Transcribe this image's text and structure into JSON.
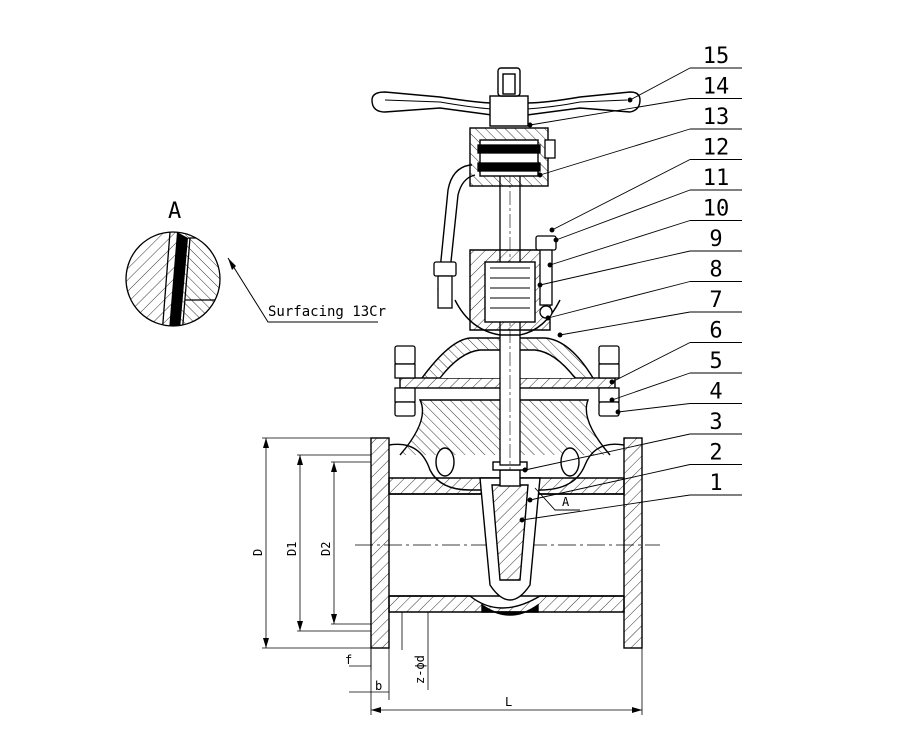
{
  "callouts": [
    "15",
    "14",
    "13",
    "12",
    "11",
    "10",
    "9",
    "8",
    "7",
    "6",
    "5",
    "4",
    "3",
    "2",
    "1"
  ],
  "dimensions": {
    "D": "D",
    "D1": "D1",
    "D2": "D2",
    "f": "f",
    "b": "b",
    "z_d": "z-ϕd",
    "L": "L"
  },
  "detail": {
    "label": "A",
    "section_marker": "A",
    "note": "Surfacing 13Cr"
  },
  "colors": {
    "line": "#000000",
    "background": "#ffffff"
  }
}
